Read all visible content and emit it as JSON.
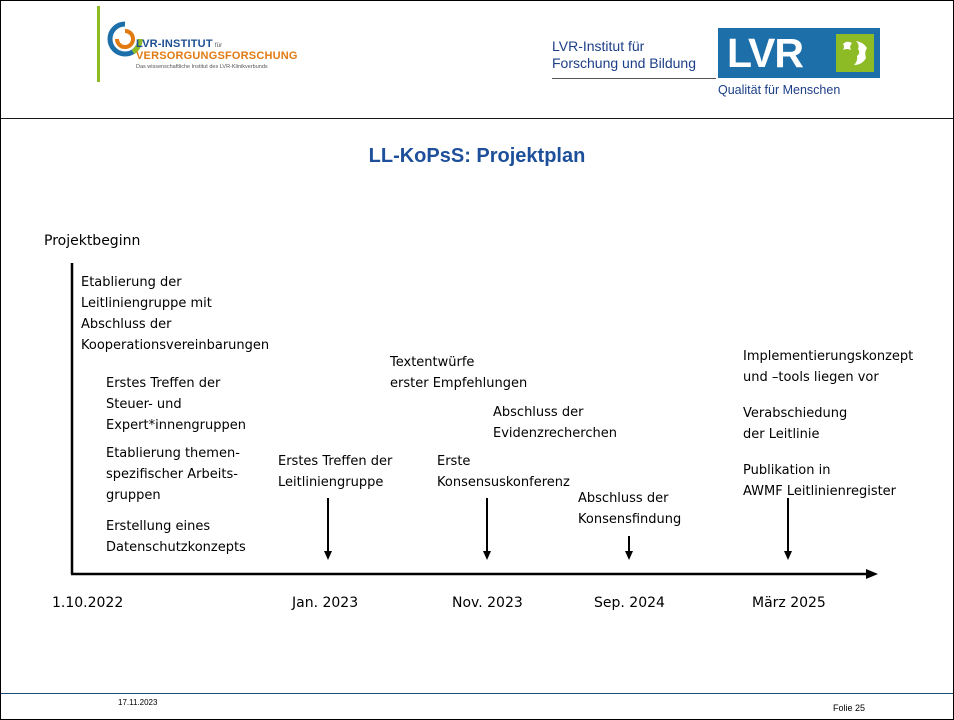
{
  "header": {
    "logo_left": {
      "line1": "LVR-INSTITUT",
      "line1_small": "für",
      "line2": "VERSORGUNGSFORSCHUNG",
      "line3": "Das wissenschaftliche Institut des LVR-Klinikverbunds"
    },
    "institute_name": "LVR-Institut für\nForschung und Bildung",
    "lvr_logo_text": "LVR",
    "lvr_tagline": "Qualität für Menschen"
  },
  "title": "LL-KoPsS: Projektplan",
  "timeline": {
    "start_label": "Projektbeginn",
    "dates": [
      "1.10.2022",
      "Jan. 2023",
      "Nov. 2023",
      "Sep. 2024",
      "März 2025"
    ],
    "texts": {
      "start_1": "Etablierung der\nLeitliniengruppe mit\nAbschluss der\nKooperationsvereinbarungen",
      "start_2": "Erstes Treffen der\nSteuer- und\nExpert*innengruppen",
      "start_3": "Etablierung themen-\nspezifischer Arbeits-\ngruppen",
      "start_4": "Erstellung eines\nDatenschutzkonzepts",
      "jan_2023": "Erstes Treffen der\nLeitliniengruppe",
      "drafts": "Textentwürfe\nerster Empfehlungen",
      "evidence": "Abschluss der\nEvidenzrecherchen",
      "nov_2023": "Erste\nKonsensuskonferenz",
      "sep_2024": "Abschluss der\nKonsensfindung",
      "maerz_1": "Implementierungskonzept\nund –tools liegen vor",
      "maerz_2": "Verabschiedung\nder Leitlinie",
      "maerz_3": "Publikation in\nAWMF Leitlinienregister"
    }
  },
  "footer": {
    "date": "17.11.2023",
    "slide": "Folie 25"
  },
  "colors": {
    "title_blue": "#1d4f9a",
    "lvr_blue": "#1d6faa",
    "lvr_green": "#8dbb25",
    "accent_orange": "#e27a12"
  }
}
